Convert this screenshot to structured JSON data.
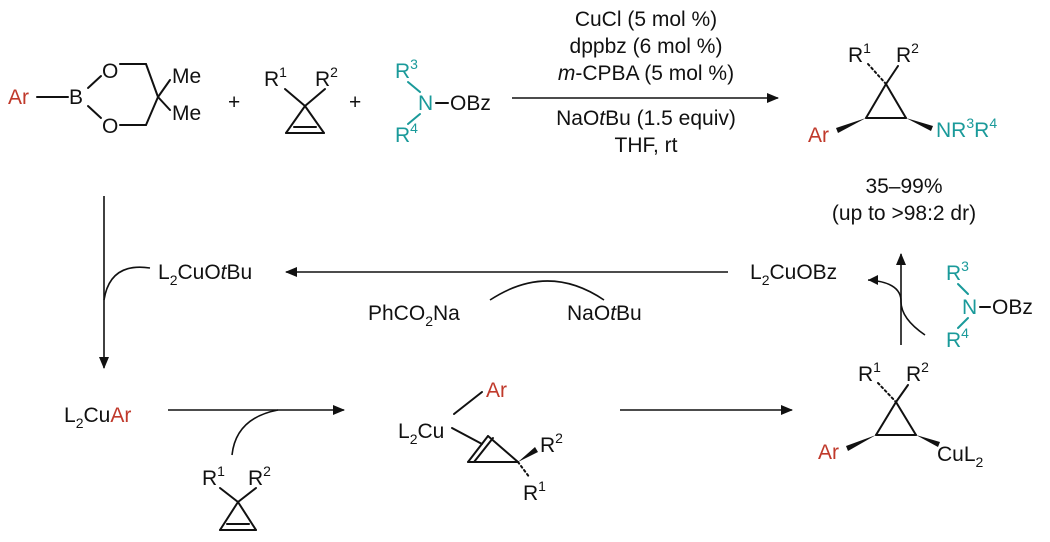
{
  "labels": {
    "ar": "Ar",
    "b": "B",
    "o": "O",
    "me": "Me",
    "plus": "+",
    "r": "R",
    "n": "N",
    "obz": "OBz",
    "sup1": "1",
    "sup2": "2",
    "sup3": "3",
    "sup4": "4",
    "sub2": "2",
    "nr": "NR",
    "l": "L",
    "cu": "Cu",
    "cuotbu": "CuO",
    "tbu": "t",
    "bu": "Bu",
    "cuobz": "CuOBz",
    "cuar": "Cu",
    "cul": "CuL"
  },
  "conditions": {
    "line1": "CuCl (5 mol %)",
    "line2": "dppbz (6 mol %)",
    "line3_italic": "m",
    "line3_rest": "-CPBA (5 mol %)",
    "line4_a": "NaO",
    "line4_italic": "t",
    "line4_b": "Bu (1.5 equiv)",
    "line5": "THF, rt"
  },
  "yield": {
    "line1": "35–99%",
    "line2": "(up to >98:2 dr)"
  },
  "byproducts": {
    "phco2na_a": "PhCO",
    "phco2na_sub": "2",
    "phco2na_b": "Na",
    "naotbu_a": "NaO",
    "naotbu_italic": "t",
    "naotbu_b": "Bu"
  },
  "colors": {
    "aryl": "#c0392b",
    "amine": "#1a9a9a",
    "ink": "#111111"
  }
}
